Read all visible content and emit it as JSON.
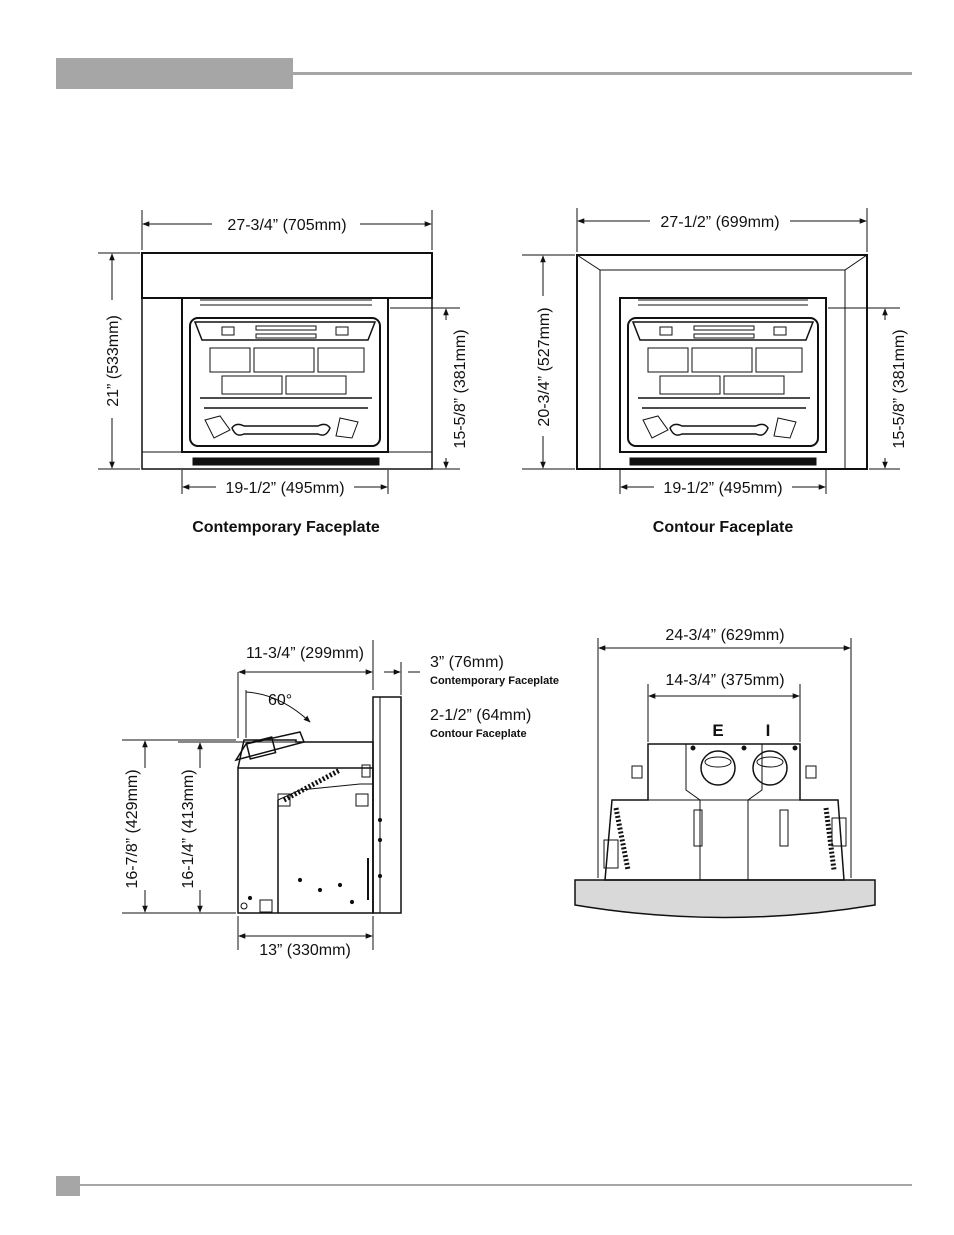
{
  "front_views": {
    "contemporary": {
      "width": "27-3/4” (705mm)",
      "height": "21” (533mm)",
      "opening_height": "15-5/8” (381mm)",
      "opening_width": "19-1/2” (495mm)",
      "caption": "Contemporary Faceplate"
    },
    "contour": {
      "width": "27-1/2” (699mm)",
      "height": "20-3/4” (527mm)",
      "opening_height": "15-5/8” (381mm)",
      "opening_width": "19-1/2” (495mm)",
      "caption": "Contour Faceplate"
    }
  },
  "side_view": {
    "depth_top": "11-3/4” (299mm)",
    "angle": "60°",
    "faceplate_a_depth": "3” (76mm)",
    "faceplate_a_name": "Contemporary Faceplate",
    "faceplate_b_depth": "2-1/2” (64mm)",
    "faceplate_b_name": "Contour Faceplate",
    "total_height": "16-7/8” (429mm)",
    "body_height": "16-1/4” (413mm)",
    "base_depth": "13” (330mm)"
  },
  "top_view": {
    "overall_width": "24-3/4” (629mm)",
    "vent_spacing": "14-3/4” (375mm)",
    "exhaust_label": "E",
    "intake_label": "I"
  }
}
